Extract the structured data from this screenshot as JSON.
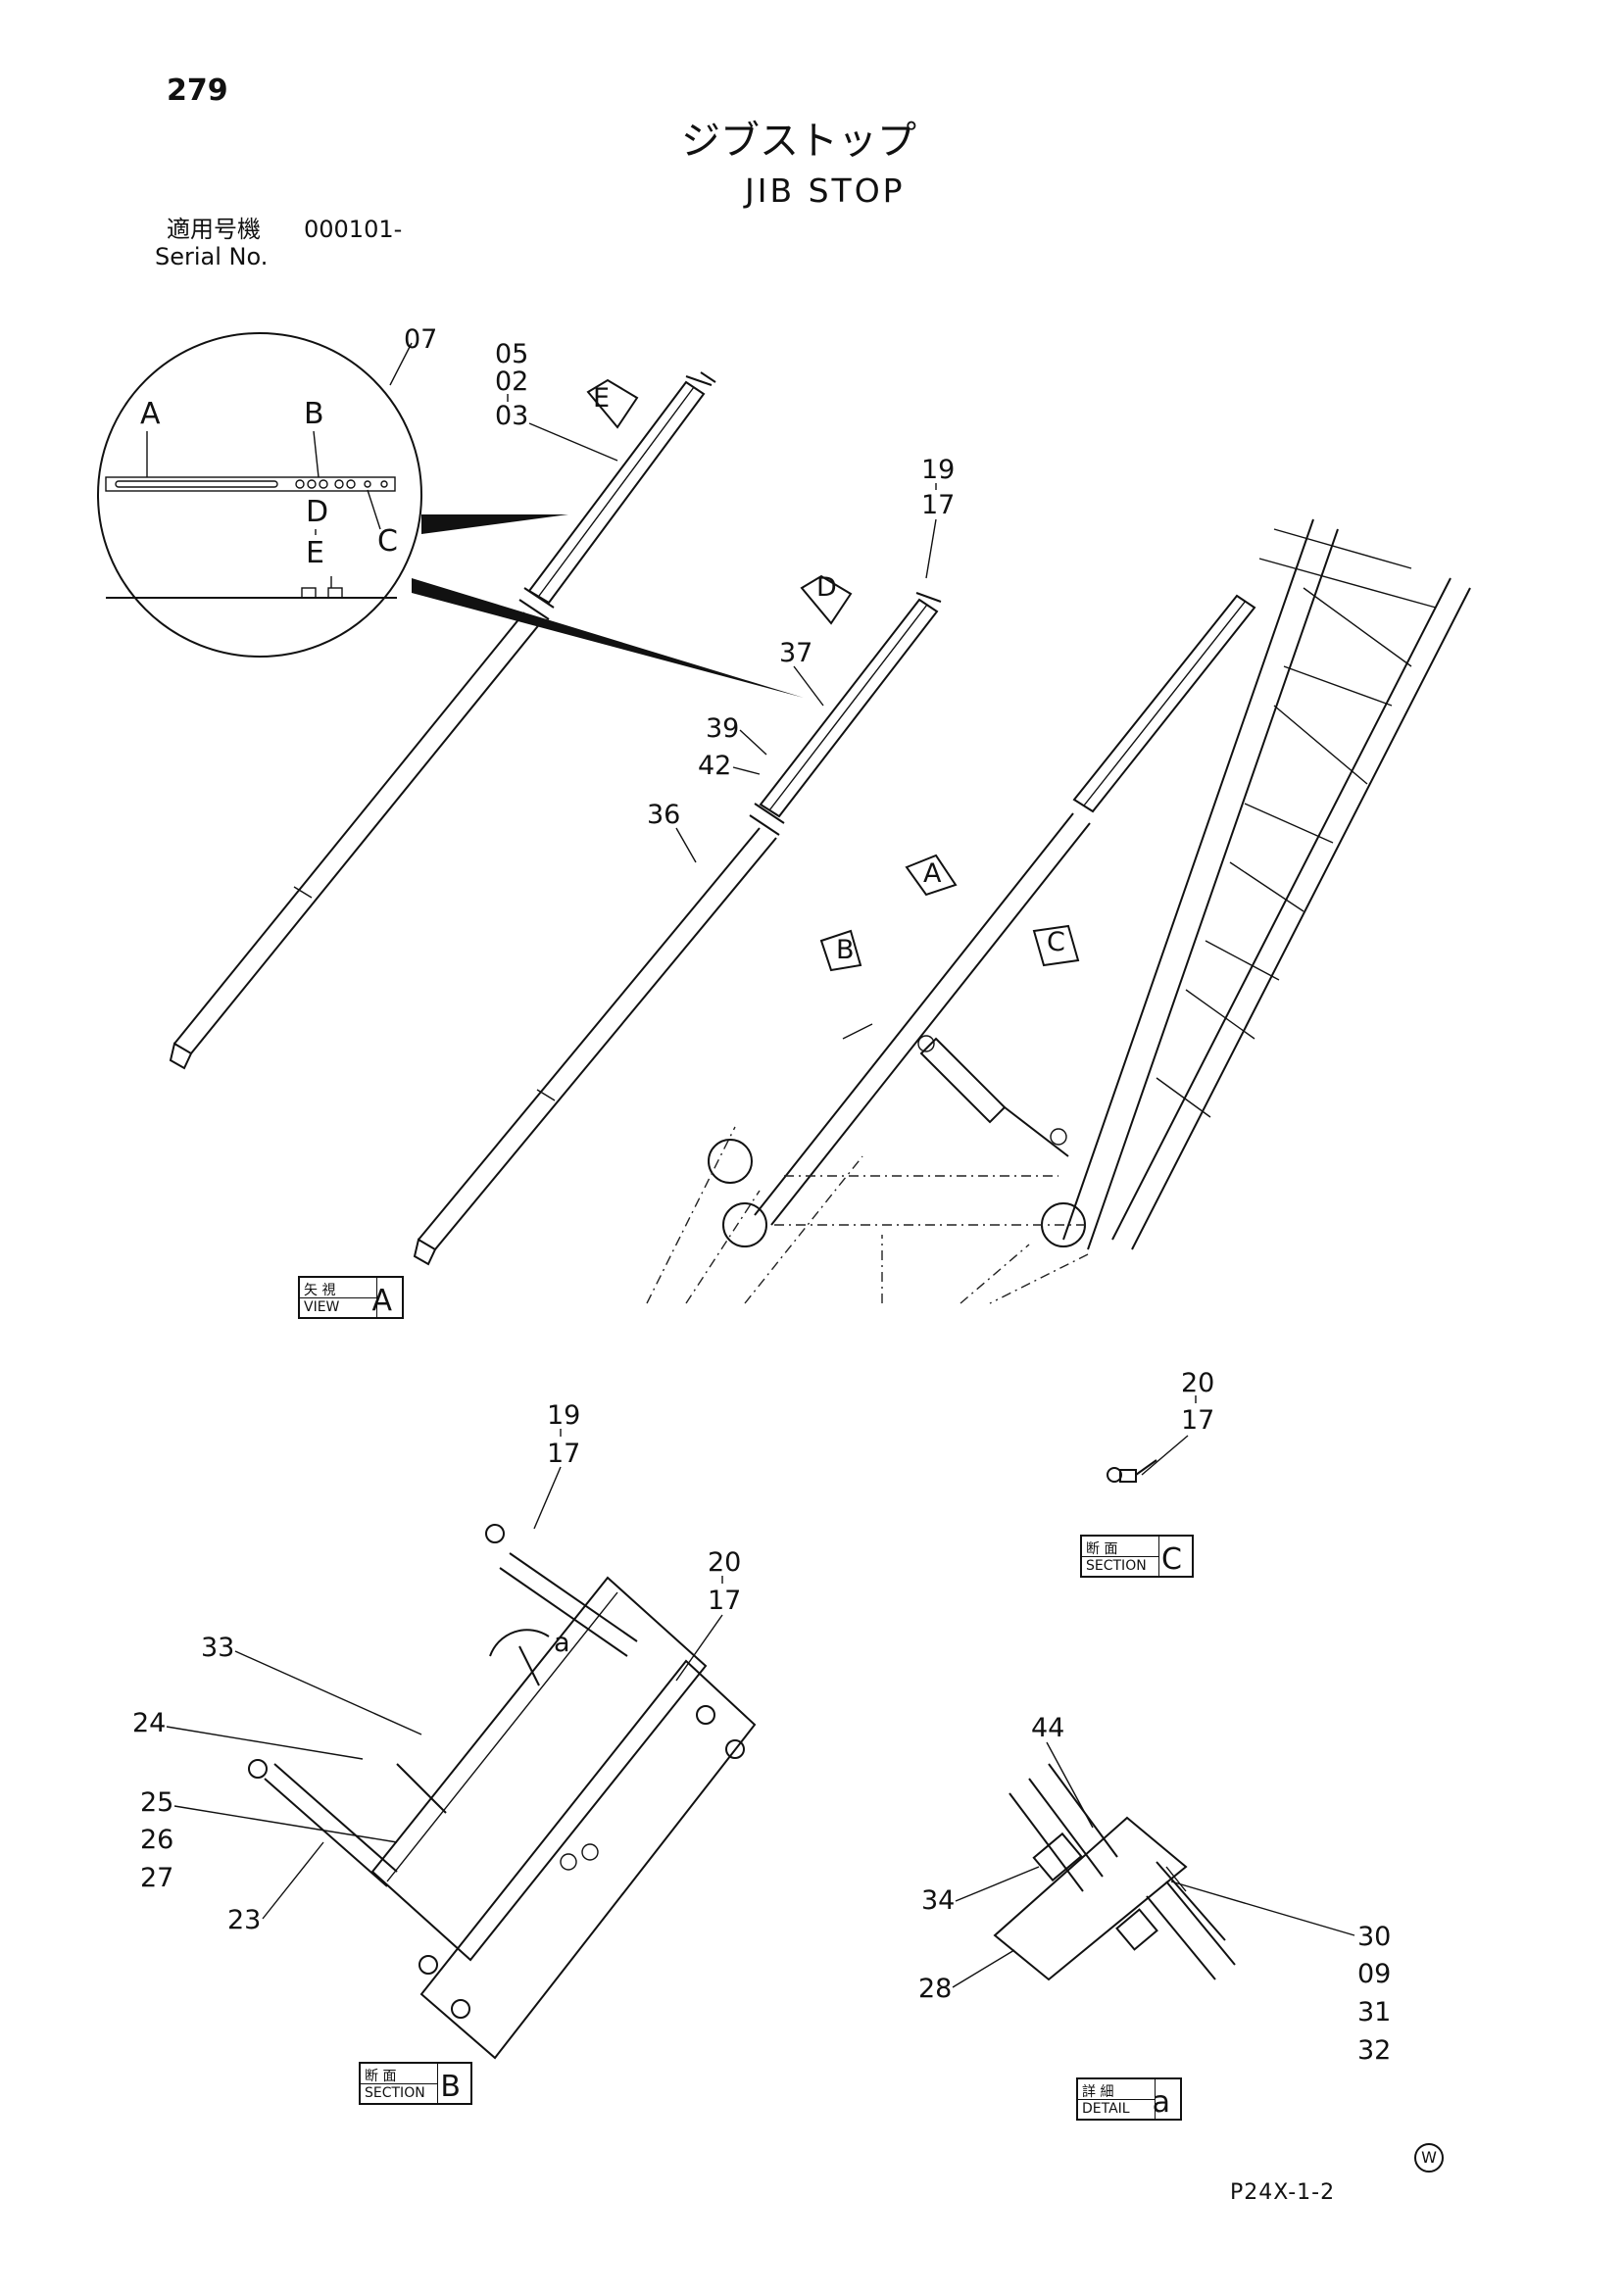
{
  "header": {
    "page_number": "279",
    "title_jp": "ジブストップ",
    "title_en": "JIB STOP",
    "serial_label_jp": "適用号機",
    "serial_value": "000101-",
    "serial_label_en": "Serial No."
  },
  "footer": {
    "watermark": "W",
    "drawing_code": "P24X-1-2"
  },
  "views": {
    "view_a": {
      "top": "矢 視",
      "bottom": "VIEW",
      "letter": "A"
    },
    "section_b": {
      "top": "断 面",
      "bottom": "SECTION",
      "letter": "B"
    },
    "section_c": {
      "top": "断 面",
      "bottom": "SECTION",
      "letter": "C"
    },
    "detail_a": {
      "top": "詳 細",
      "bottom": "DETAIL",
      "letter": "a"
    }
  },
  "callouts": {
    "main": [
      "07",
      "05",
      "02",
      "03",
      "19",
      "17",
      "37",
      "39",
      "42",
      "36"
    ],
    "circle_detail": [
      "A",
      "B",
      "D",
      "E",
      "C"
    ],
    "arrows": [
      "E",
      "D",
      "A",
      "B",
      "C"
    ],
    "section_b": [
      "19",
      "17",
      "20",
      "17",
      "33",
      "a",
      "24",
      "25",
      "26",
      "27",
      "23"
    ],
    "section_c": [
      "20",
      "17"
    ],
    "detail_a": [
      "44",
      "34",
      "28",
      "30",
      "09",
      "31",
      "32"
    ]
  }
}
